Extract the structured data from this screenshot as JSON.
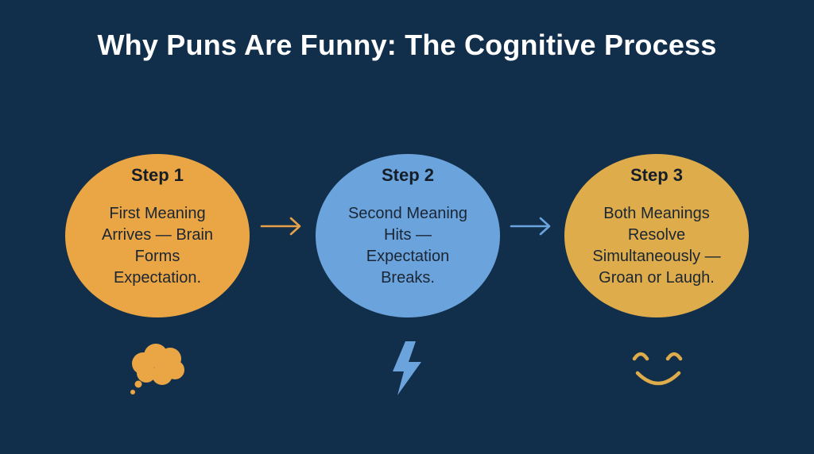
{
  "title": "Why Puns Are Funny: The Cognitive Process",
  "colors": {
    "background": "#112f4b",
    "step_1": "#eaa544",
    "step_2": "#6ba3dc",
    "step_3": "#deac4a",
    "arrow_1": "#e6a04a",
    "arrow_2": "#6ba3dc"
  },
  "steps": [
    {
      "label": "Step 1",
      "lines": [
        "First Meaning",
        "Arrives — Brain",
        "Forms",
        "Expectation."
      ],
      "icon": "thought-bubble-icon"
    },
    {
      "label": "Step 2",
      "lines": [
        "Second Meaning",
        "Hits —",
        "Expectation",
        "Breaks."
      ],
      "icon": "lightning-bolt-icon"
    },
    {
      "label": "Step 3",
      "lines": [
        "Both Meanings",
        "Resolve",
        "Simultaneously —",
        "Groan or Laugh."
      ],
      "icon": "smiley-face-icon"
    }
  ],
  "arrows": [
    "arrow-right-icon",
    "arrow-right-icon"
  ]
}
